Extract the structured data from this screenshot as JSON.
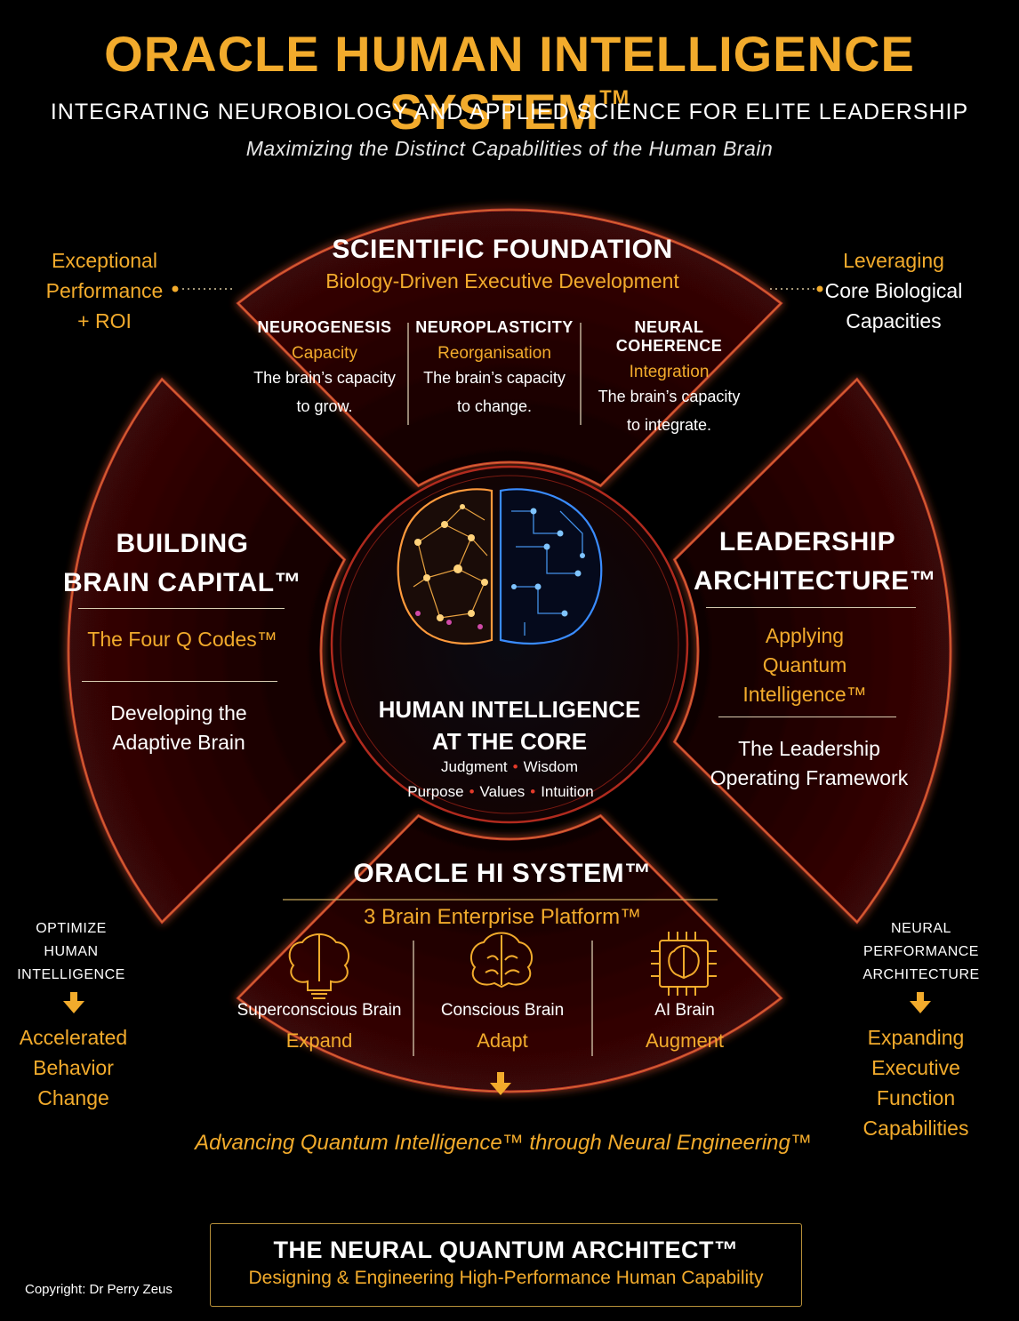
{
  "header": {
    "title": "ORACLE HUMAN INTELLIGENCE SYSTEM",
    "title_mark": "TM",
    "subtitle": "INTEGRATING NEUROBIOLOGY AND APPLIED SCIENCE FOR ELITE LEADERSHIP",
    "tagline": "Maximizing the Distinct Capabilities of the Human Brain"
  },
  "side": {
    "top_left": [
      "Exceptional",
      "Performance",
      "+ ROI"
    ],
    "top_right_gold": "Leveraging",
    "top_right_white": [
      "Core Biological",
      "Capacities"
    ],
    "bottom_left_label": [
      "OPTIMIZE",
      "HUMAN",
      "INTELLIGENCE"
    ],
    "bottom_left_result": [
      "Accelerated",
      "Behavior",
      "Change"
    ],
    "bottom_right_label": [
      "NEURAL",
      "PERFORMANCE",
      "ARCHITECTURE"
    ],
    "bottom_right_result": [
      "Expanding",
      "Executive Function",
      "Capabilities"
    ]
  },
  "top_segment": {
    "title": "SCIENTIFIC FOUNDATION",
    "subtitle": "Biology-Driven Executive Development",
    "columns": [
      {
        "heading": "NEUROGENESIS",
        "tag": "Capacity",
        "line1": "The brain’s capacity",
        "line2": "to grow."
      },
      {
        "heading": "NEUROPLASTICITY",
        "tag": "Reorganisation",
        "line1": "The brain’s capacity",
        "line2": "to change."
      },
      {
        "heading": "NEURAL COHERENCE",
        "tag": "Integration",
        "line1": "The brain’s capacity",
        "line2": "to integrate."
      }
    ]
  },
  "left_segment": {
    "title_line1": "BUILDING",
    "title_line2": "BRAIN CAPITAL™",
    "gold": "The Four Q Codes™",
    "desc_line1": "Developing the",
    "desc_line2": "Adaptive Brain"
  },
  "right_segment": {
    "title_line1": "LEADERSHIP",
    "title_line2": "ARCHITECTURE™",
    "gold_line1": "Applying",
    "gold_line2": "Quantum",
    "gold_line3": "Intelligence™",
    "desc_line1": "The Leadership",
    "desc_line2": "Operating Framework"
  },
  "core": {
    "title_line1": "HUMAN INTELLIGENCE",
    "title_line2": "AT THE CORE",
    "row1": [
      "Judgment",
      "Wisdom"
    ],
    "row2": [
      "Purpose",
      "Values",
      "Intuition"
    ]
  },
  "bottom_segment": {
    "title": "ORACLE HI SYSTEM™",
    "subtitle": "3 Brain Enterprise Platform™",
    "columns": [
      {
        "icon": "brain-lightbulb-icon",
        "label": "Superconscious Brain",
        "verb": "Expand"
      },
      {
        "icon": "brain-icon",
        "label": "Conscious Brain",
        "verb": "Adapt"
      },
      {
        "icon": "ai-chip-brain-icon",
        "label": "AI Brain",
        "verb": "Augment"
      }
    ]
  },
  "footer": {
    "advancing": "Advancing Quantum Intelligence™ through Neural Engineering™",
    "box_title": "THE NEURAL QUANTUM ARCHITECT™",
    "box_subtitle": "Designing & Engineering High-Performance Human Capability",
    "copyright": "Copyright: Dr Perry Zeus"
  },
  "colors": {
    "gold": "#f2ab2c",
    "segment_fill": "#1a0404",
    "segment_glow": "#c0392b",
    "background": "#000000"
  }
}
